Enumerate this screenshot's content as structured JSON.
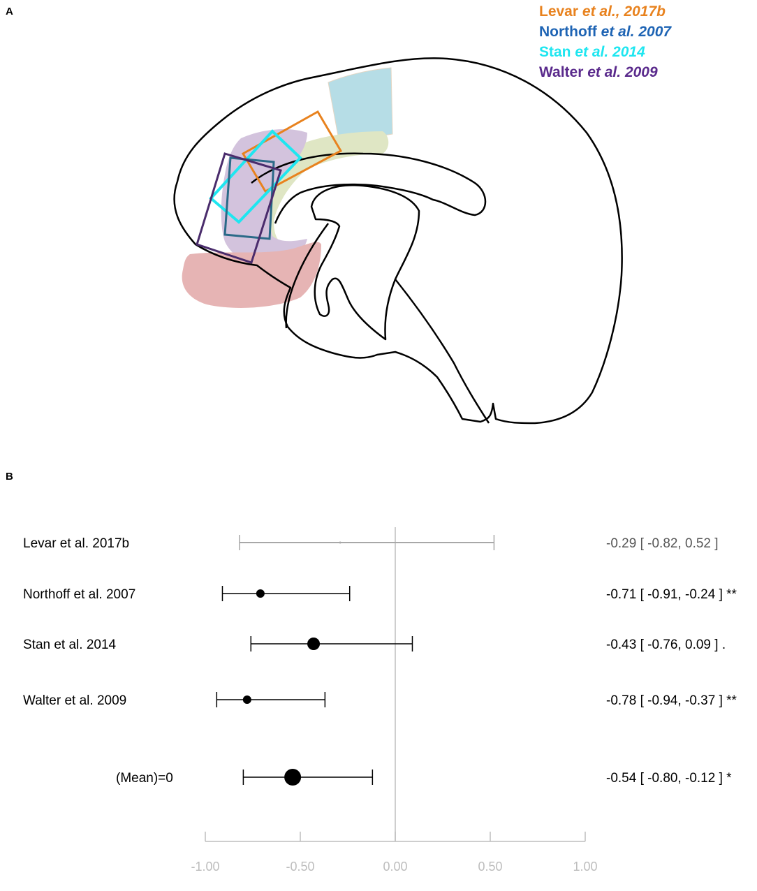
{
  "panel_a": {
    "letter": "A",
    "legend": [
      {
        "name": "Levar",
        "italic": "et al., 2017b",
        "color": "#e8821e"
      },
      {
        "name": "Northoff",
        "italic": "et al. 2007",
        "color": "#1e64b4"
      },
      {
        "name": "Stan",
        "italic": "et al. 2014",
        "color": "#1ee6f0"
      },
      {
        "name": "Walter",
        "italic": "et al. 2009",
        "color": "#5a2a8c"
      }
    ]
  },
  "panel_b": {
    "letter": "B",
    "chart_data": {
      "type": "forest",
      "title": "",
      "xlabel": "",
      "xlim": [
        -1.0,
        1.0
      ],
      "x_ticks": [
        -1.0,
        -0.5,
        0.0,
        0.5,
        1.0
      ],
      "x_tick_labels": [
        "-1.00",
        "-0.50",
        "0.00",
        "0.50",
        "1.00"
      ],
      "reference_line": 0.0,
      "studies": [
        {
          "label": "Levar et al. 2017b",
          "estimate": -0.29,
          "lower": -0.82,
          "upper": 0.52,
          "ci_text": "-0.29 [ -0.82, 0.52 ]",
          "color": "#a8a8a8",
          "marker": "none"
        },
        {
          "label": "Northoff et al. 2007",
          "estimate": -0.71,
          "lower": -0.91,
          "upper": -0.24,
          "ci_text": "-0.71 [ -0.91, -0.24 ] **",
          "color": "#000000",
          "marker": "small"
        },
        {
          "label": "Stan et al. 2014",
          "estimate": -0.43,
          "lower": -0.76,
          "upper": 0.09,
          "ci_text": "-0.43 [ -0.76, 0.09 ] .",
          "color": "#000000",
          "marker": "medium"
        },
        {
          "label": "Walter et al. 2009",
          "estimate": -0.78,
          "lower": -0.94,
          "upper": -0.37,
          "ci_text": "-0.78 [ -0.94, -0.37 ] **",
          "color": "#000000",
          "marker": "small"
        },
        {
          "label": "(Mean)=0",
          "estimate": -0.54,
          "lower": -0.8,
          "upper": -0.12,
          "ci_text": "-0.54 [ -0.80, -0.12 ] *",
          "color": "#000000",
          "marker": "large"
        }
      ]
    }
  }
}
